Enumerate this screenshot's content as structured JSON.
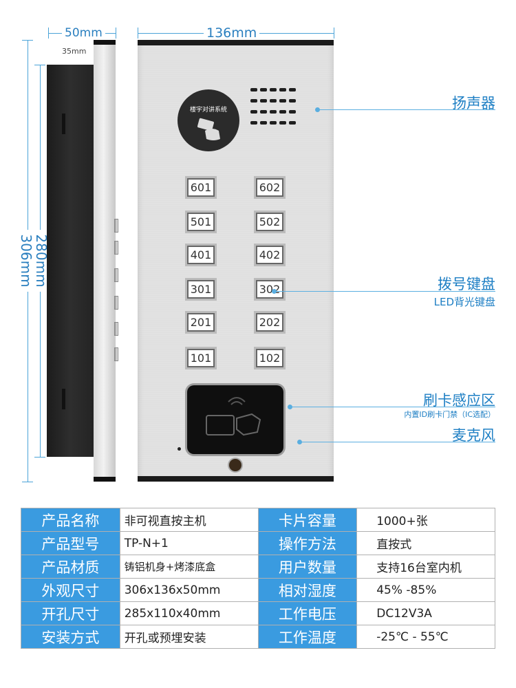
{
  "dimensions": {
    "depth_total": "50mm",
    "depth_box": "35mm",
    "width": "136mm",
    "height_inner": "280mm",
    "height_outer": "306mm"
  },
  "panel": {
    "logo_text": "楼宇对讲系统",
    "keys": [
      [
        "601",
        "602"
      ],
      [
        "501",
        "502"
      ],
      [
        "401",
        "402"
      ],
      [
        "301",
        "302"
      ],
      [
        "201",
        "202"
      ],
      [
        "101",
        "102"
      ]
    ]
  },
  "callouts": {
    "speaker": "扬声器",
    "keypad": "拨号键盘",
    "keypad_sub": "LED背光键盘",
    "card_area": "刷卡感应区",
    "card_area_sub": "内置ID刷卡门禁（IC选配）",
    "mic": "麦克风"
  },
  "specs": [
    {
      "label": "产品名称",
      "value": "非可视直按主机",
      "label2": "卡片容量",
      "value2": "1000+张"
    },
    {
      "label": "产品型号",
      "value": "TP-N+1",
      "label2": "操作方法",
      "value2": "直按式"
    },
    {
      "label": "产品材质",
      "value": "铸铝机身+烤漆底盒",
      "label2": "用户数量",
      "value2": "支持16台室内机"
    },
    {
      "label": "外观尺寸",
      "value": "306x136x50mm",
      "label2": "相对湿度",
      "value2": "45% -85%"
    },
    {
      "label": "开孔尺寸",
      "value": "285x110x40mm",
      "label2": "工作电压",
      "value2": "DC12V3A"
    },
    {
      "label": "安装方式",
      "value": "开孔或预埋安装",
      "label2": "工作温度",
      "value2": "-25℃ - 55℃"
    }
  ],
  "colors": {
    "accent": "#3a9be0",
    "callout": "#1e7fc4"
  }
}
